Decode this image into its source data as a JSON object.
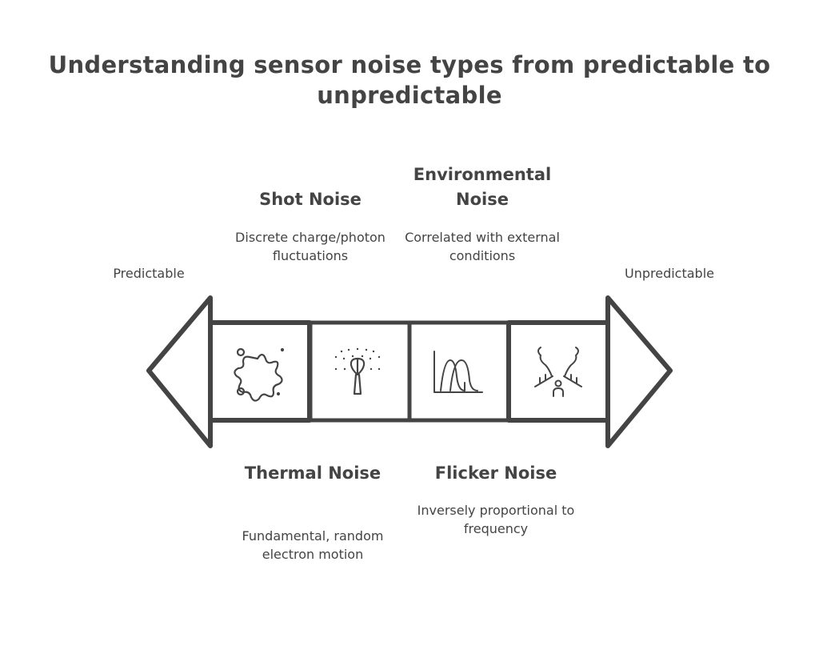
{
  "title": "Understanding sensor noise types from predictable to unpredictable",
  "ends": {
    "left": "Predictable",
    "right": "Unpredictable"
  },
  "top_items": [
    {
      "label": "Shot Noise",
      "desc": "Discrete charge/photon fluctuations"
    },
    {
      "label": "Environmental Noise",
      "desc": "Correlated with external conditions"
    }
  ],
  "bottom_items": [
    {
      "label": "Thermal Noise",
      "desc": "Fundamental, random electron motion"
    },
    {
      "label": "Flicker Noise",
      "desc": "Inversely proportional to frequency"
    }
  ],
  "icons": [
    "splash-icon",
    "sprinkler-icon",
    "distribution-curves-icon",
    "environment-trees-person-icon"
  ],
  "colors": {
    "ink": "#444444"
  }
}
